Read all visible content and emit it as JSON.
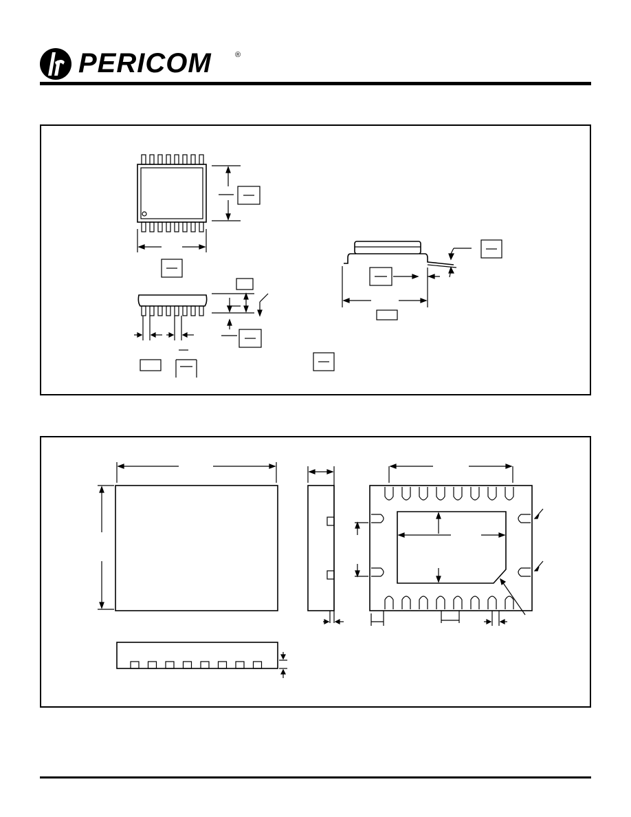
{
  "header": {
    "brand_name": "PERICOM",
    "registered_mark": "®",
    "logo_icon": "pericom-logo-icon"
  },
  "panels": [
    {
      "name": "tssop-package-outline"
    },
    {
      "name": "qfn-package-outline"
    }
  ],
  "colors": {
    "ink": "#000000",
    "paper": "#ffffff"
  }
}
